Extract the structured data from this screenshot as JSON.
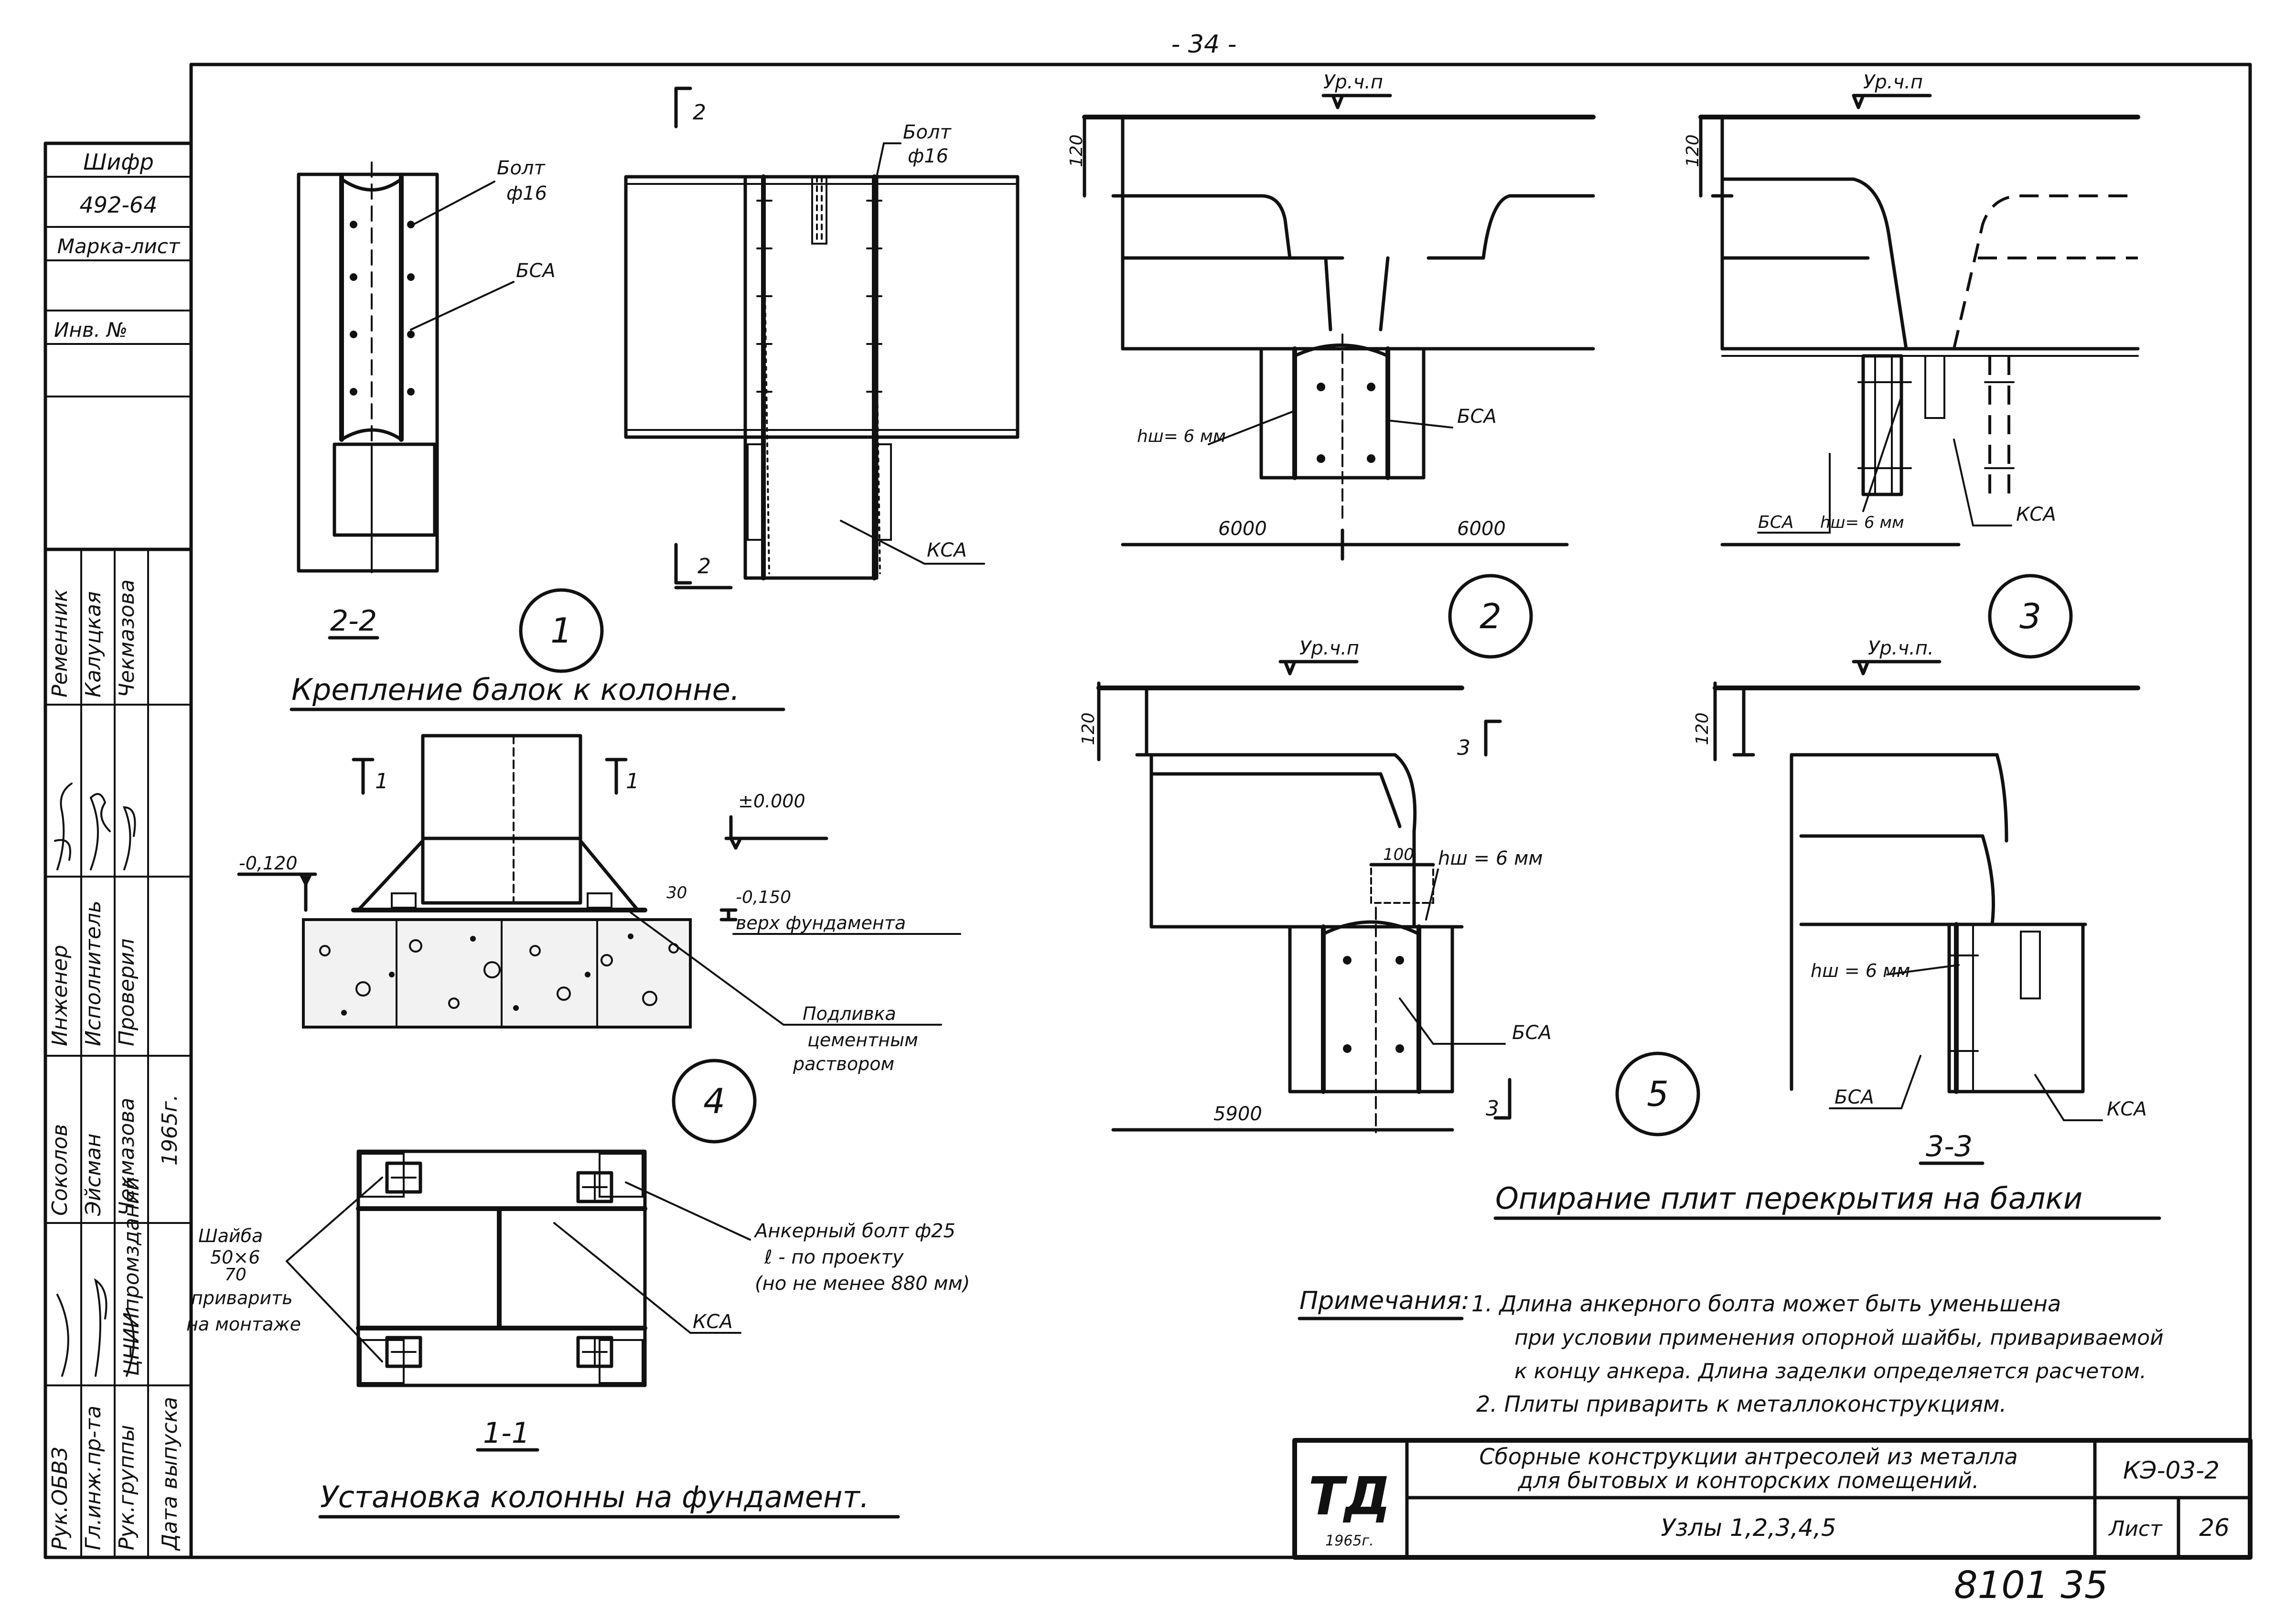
{
  "page": {
    "number": "- 34 -",
    "handwritten_number": "8101 35"
  },
  "side_stamp": {
    "shifr_label": "Шифр",
    "shifr_value": "492-64",
    "marka_label": "Марка-лист",
    "inv_label": "Инв. №",
    "people": [
      "Ременник",
      "Калуцкая",
      "Чекмазова"
    ],
    "roles": [
      "Инженер",
      "Исполнитель",
      "Проверил"
    ],
    "people2": [
      "Соколов",
      "Эйсман",
      "Чекмазова"
    ],
    "roles2": [
      "Рук.ОБВЗ",
      "Гл.инж.пр-та",
      "Рук.группы"
    ],
    "org": "ЦНИИпромзданий",
    "date_label": "Дата выпуска",
    "year": "1965г."
  },
  "node1": {
    "section": "2-2",
    "number": "1",
    "caption": "Крепление балок к колонне.",
    "bolt": "Болт",
    "bolt_d": "ф16",
    "bolt2": "Болт",
    "bolt2_d": "ф16",
    "bsa": "БСА",
    "ksa": "КСА",
    "cut_top": "2",
    "cut_bottom": "2"
  },
  "node2": {
    "number": "2",
    "level": "Ур.ч.п",
    "dim_h": "120",
    "weld": "hш= 6 мм",
    "bsa": "БСА",
    "span_left": "6000",
    "span_right": "6000"
  },
  "node3": {
    "number": "3",
    "level": "Ур.ч.п",
    "dim_h": "120",
    "bsa": "БСА",
    "weld": "hш= 6 мм",
    "ksa": "КСА"
  },
  "node4": {
    "number": "4",
    "cut_left": "1",
    "cut_right": "1",
    "level_zero": "±0.000",
    "level_left": "-0,120",
    "level_found": "-0,150",
    "dim_30": "30",
    "foundation_top": "верх фундамента",
    "grout_line1": "Подливка",
    "grout_line2": "цементным",
    "grout_line3": "раствором"
  },
  "node5": {
    "number": "5",
    "level": "Ур.ч.п",
    "dim_h": "120",
    "dim_100": "100",
    "weld": "hш = 6 мм",
    "bsa": "БСА",
    "span": "5900",
    "cut": "3"
  },
  "node33": {
    "section": "3-3",
    "level": "Ур.ч.п.",
    "dim_h": "120",
    "weld": "hш = 6 мм",
    "bsa": "БСА",
    "ksa": "КСА"
  },
  "slab_caption": "Опирание плит перекрытия на балки",
  "node11": {
    "section": "1-1",
    "caption": "Установка колонны на фундамент.",
    "washer_line1": "Шайба",
    "washer_line2": "50×6",
    "washer_line3": "70",
    "washer_line4": "приварить",
    "washer_line5": "на монтаже",
    "anchor_line1": "Анкерный болт ф25",
    "anchor_line2": "ℓ - по проекту",
    "anchor_line3": "(но не менее 880 мм)",
    "ksa": "КСА"
  },
  "notes": {
    "title": "Примечания:",
    "line1": "1. Длина анкерного болта может быть уменьшена",
    "line2": "при условии применения опорной шайбы, привариваемой",
    "line3": "к концу анкера. Длина заделки определяется расчетом.",
    "line4": "2. Плиты приварить к металлоконструкциям."
  },
  "title_block": {
    "logo": "ТД",
    "year": "1965г.",
    "title_line1": "Сборные конструкции антресолей из металла",
    "title_line2": "для бытовых и конторских помещений.",
    "code": "КЭ-03-2",
    "subtitle": "Узлы 1,2,3,4,5",
    "sheet_label": "Лист",
    "sheet_no": "26"
  }
}
